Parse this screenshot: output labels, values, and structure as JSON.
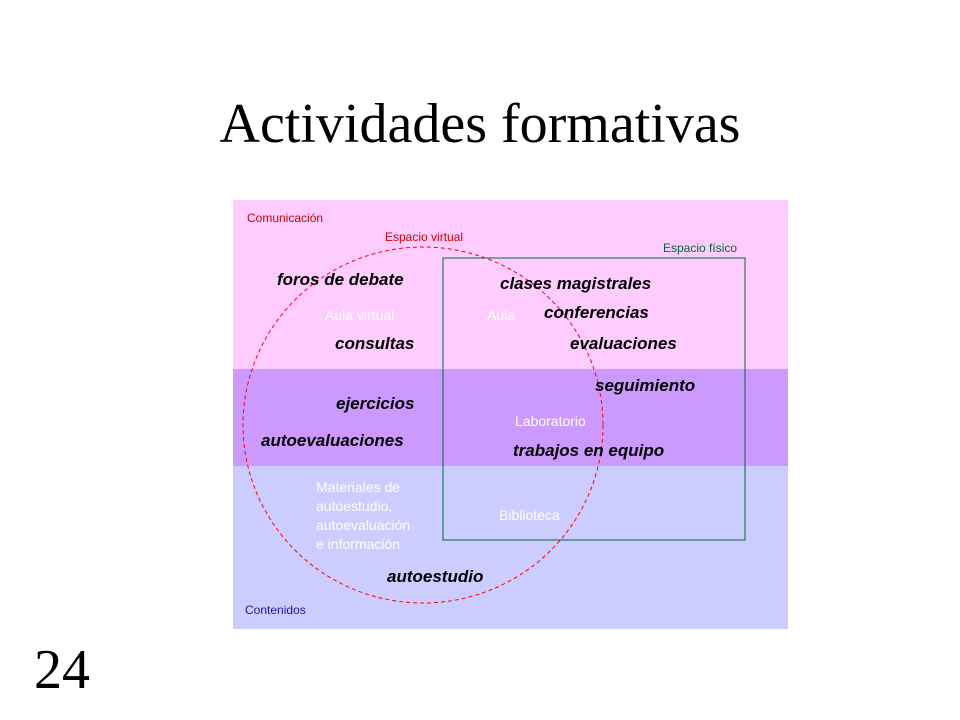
{
  "title": "Actividades formativas",
  "slide_number": "24",
  "colors": {
    "band_top": "#ffccff",
    "band_mid": "#cc99ff",
    "band_bottom": "#ccccff",
    "virtual_circle": "#ff0000",
    "physical_box": "#006633"
  },
  "diagram": {
    "band_labels": {
      "top": "Comunicación",
      "bottom": "Contenidos"
    },
    "regions": {
      "virtual": "Espacio virtual",
      "physical": "Espacio físico"
    },
    "places": {
      "aula_virtual": "Aula virtual",
      "aula": "Aula",
      "laboratorio": "Laboratorio",
      "materiales": "Materiales de\nautoestudio,\nautoevaluación\ne información",
      "biblioteca": "Biblioteca"
    },
    "activities": {
      "foros": "foros de debate",
      "clases": "clases magistrales",
      "conferencias": "conferencias",
      "consultas": "consultas",
      "evaluaciones": "evaluaciones",
      "seguimiento": "seguimiento",
      "ejercicios": "ejercicios",
      "autoevaluaciones": "autoevaluaciones",
      "trabajos": "trabajos en equipo",
      "autoestudio": "autoestudio"
    }
  }
}
